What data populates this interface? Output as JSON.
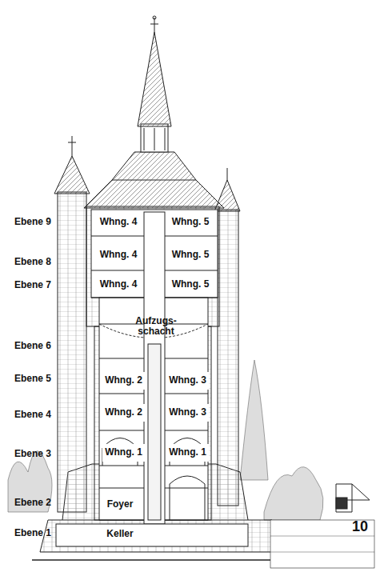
{
  "diagram": {
    "nodes": [
      {
        "text": [
          "Whng. 4"
        ]
      },
      {
        "text": [
          "Whng. 5"
        ]
      },
      {
        "text": [
          "Whng. 4"
        ]
      },
      {
        "text": [
          "Whng. 5"
        ]
      },
      {
        "text": [
          "Whng. 4"
        ]
      },
      {
        "text": [
          "Whng. 5"
        ]
      },
      {
        "text": [
          "Aufzugs- schacht"
        ]
      },
      {
        "text": [
          "Whng. 2"
        ]
      },
      {
        "text": [
          "Whng. 3"
        ]
      },
      {
        "text": [
          "Whng. 2"
        ]
      },
      {
        "text": [
          "Whng. 3"
        ]
      },
      {
        "text": [
          "Whng. 1"
        ]
      },
      {
        "text": [
          "Whng. 1"
        ]
      },
      {
        "text": [
          "Foyer"
        ]
      },
      {
        "text": [
          "Keller"
        ]
      }
    ],
    "labels": [
      "Ebene 9",
      "Ebene 8",
      "Ebene 7",
      "Ebene 6",
      "Ebene 5",
      "Ebene 4",
      "Ebene 3",
      "Ebene 2",
      "Ebene 1",
      "10"
    ]
  }
}
